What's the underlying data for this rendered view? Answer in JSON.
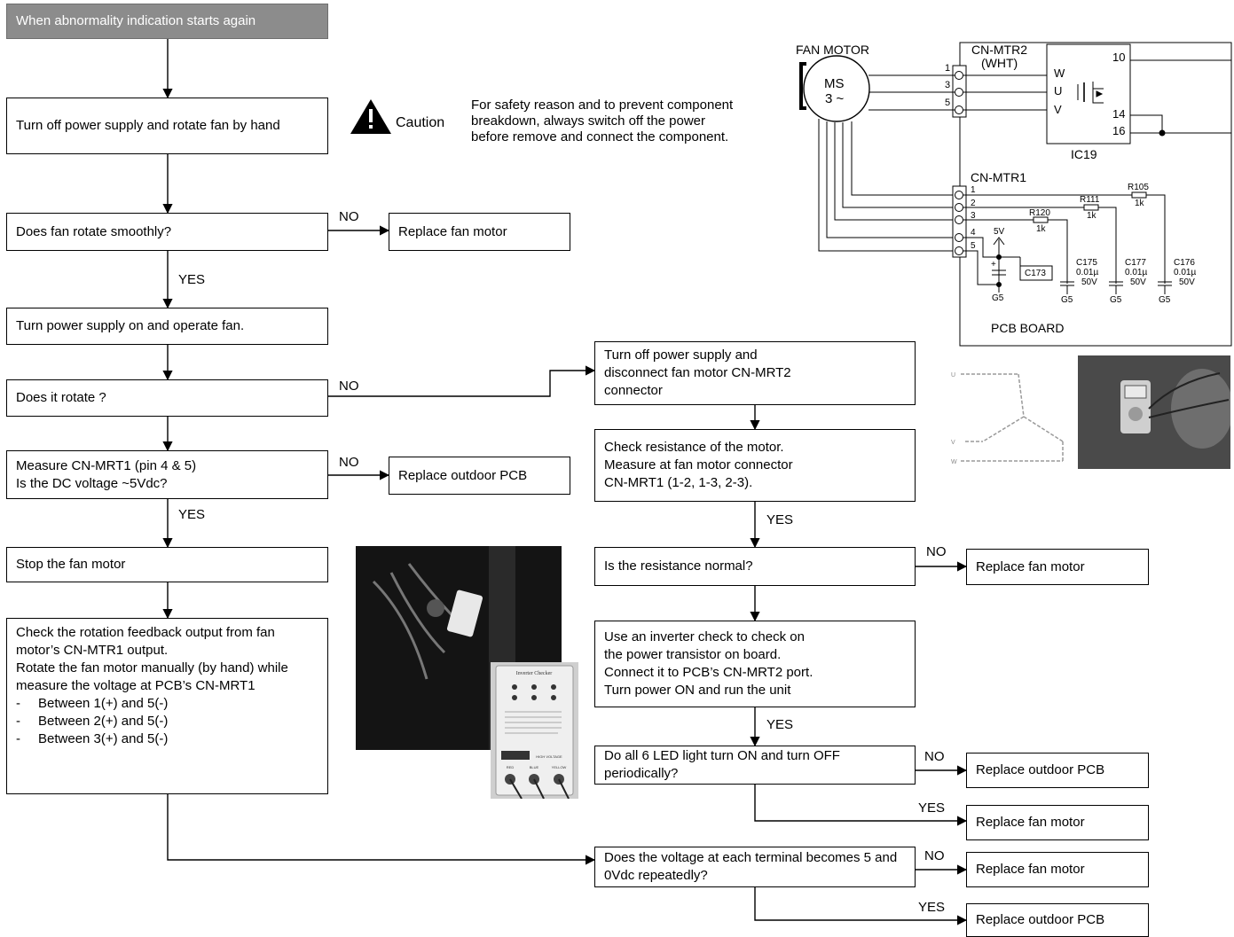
{
  "flow": {
    "start": "When abnormality indication starts again",
    "rotate_by_hand": "Turn off power supply and rotate fan by hand",
    "smooth_q": "Does fan rotate smoothly?",
    "replace_motor_1": "Replace fan motor",
    "power_on": "Turn power supply on and operate fan.",
    "rotate_q": "Does it rotate ?",
    "measure": [
      "Measure CN-MRT1 (pin 4 & 5)",
      "Is the DC voltage ~5Vdc?"
    ],
    "replace_pcb_1": "Replace outdoor PCB",
    "stop_motor": "Stop the fan motor",
    "feedback_lines": [
      "Check the rotation feedback output from fan motor’s CN-MTR1 output.",
      "Rotate the fan motor manually (by hand) while measure the voltage at PCB’s CN-MRT1"
    ],
    "feedback_bullets": [
      "Between 1(+) and 5(-)",
      "Between 2(+) and 5(-)",
      "Between 3(+) and 5(-)"
    ],
    "disconnect": [
      "Turn off power supply and",
      "disconnect fan motor CN-MRT2",
      "connector"
    ],
    "check_resistance": [
      "Check resistance of the motor.",
      "Measure at fan motor connector",
      "CN-MRT1 (1-2, 1-3, 2-3)."
    ],
    "resistance_q": "Is the resistance normal?",
    "replace_motor_2": "Replace fan motor",
    "inverter_check": [
      "Use an inverter check to check on",
      "the power transistor on board.",
      "Connect it to PCB’s CN-MRT2 port.",
      "Turn power ON and run the unit"
    ],
    "led_q": "Do all 6 LED light turn ON and turn OFF periodically?",
    "replace_pcb_2": "Replace outdoor PCB",
    "replace_motor_3": "Replace fan motor",
    "voltage_q": "Does the voltage at each terminal becomes 5 and 0Vdc repeatedly?",
    "replace_motor_4": "Replace fan motor",
    "replace_pcb_3": "Replace outdoor PCB"
  },
  "labels": {
    "yes": "YES",
    "no": "NO"
  },
  "caution": {
    "title": "Caution",
    "text": [
      "For safety reason and to prevent component",
      "breakdown, always switch off the power",
      "before remove and connect the component."
    ]
  },
  "schematic": {
    "fan_motor": "FAN MOTOR",
    "ms": "MS",
    "phase": "3 ~",
    "cn_mtr2": "CN-MTR2",
    "wht": "(WHT)",
    "cn_mtr1": "CN-MTR1",
    "ic": "IC19",
    "pcb_board": "PCB BOARD",
    "phases": [
      "W",
      "U",
      "V"
    ],
    "mtr2_pins": [
      "1",
      "3",
      "5"
    ],
    "mtr1_pins": [
      "1",
      "2",
      "3",
      "4",
      "5"
    ],
    "ic_pins": [
      "10",
      "14",
      "16"
    ],
    "r105": "R105",
    "r105_val": "1k",
    "r111": "R111",
    "r111_val": "1k",
    "r120": "R120",
    "r120_val": "1k",
    "v5": "5V",
    "plus": "+",
    "c173": "C173",
    "c175": "C175",
    "c177": "C177",
    "c176": "C176",
    "cap_val": "0.01µ",
    "cap_volt": "50V",
    "gnd": "G5"
  },
  "photos": {
    "inverter_title": "Inverter Checker",
    "inverter_buttons": [
      "RED",
      "BLUE",
      "YELLOW"
    ],
    "high_voltage": "HIGH VOLTAGE",
    "coil_letters": [
      "U",
      "V",
      "W"
    ]
  }
}
